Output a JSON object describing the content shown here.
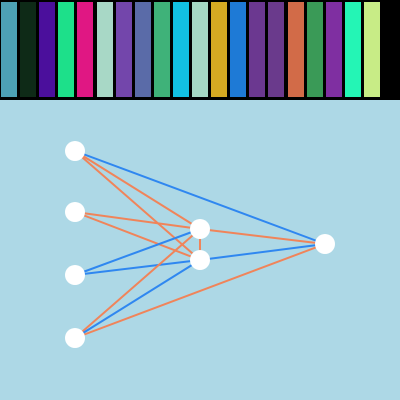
{
  "palette": {
    "swatches": [
      {
        "color": "#4da0b5"
      },
      {
        "color": "#0e2a17"
      },
      {
        "color": "#4b0f9c"
      },
      {
        "color": "#1de08a"
      },
      {
        "color": "#e01783"
      },
      {
        "color": "#a8d8c6"
      },
      {
        "color": "#7346ab"
      },
      {
        "color": "#5a6ba8"
      },
      {
        "color": "#3fb279"
      },
      {
        "color": "#12c0e3"
      },
      {
        "color": "#a5d8c4"
      },
      {
        "color": "#d6aa22"
      },
      {
        "color": "#1e7ad6"
      },
      {
        "color": "#6b3890"
      },
      {
        "color": "#6a3a8c"
      },
      {
        "color": "#d26b48"
      },
      {
        "color": "#3a9a57"
      },
      {
        "color": "#7f2fa1"
      },
      {
        "color": "#24f5b5"
      },
      {
        "color": "#c8ec86"
      }
    ]
  },
  "diagram": {
    "background": "#add8e6",
    "node_color": "#ffffff",
    "positive_color": "#2f87f0",
    "negative_color": "#f0845a",
    "layers": [
      {
        "nodes": [
          "i1",
          "i2",
          "i3",
          "i4"
        ]
      },
      {
        "nodes": [
          "h1",
          "h2"
        ]
      },
      {
        "nodes": [
          "o1"
        ]
      }
    ],
    "edges": [
      {
        "from": "i1",
        "to": "o1",
        "sign": "positive"
      },
      {
        "from": "i1",
        "to": "h1",
        "sign": "negative"
      },
      {
        "from": "i1",
        "to": "h2",
        "sign": "negative"
      },
      {
        "from": "i2",
        "to": "h1",
        "sign": "negative"
      },
      {
        "from": "i2",
        "to": "h2",
        "sign": "negative"
      },
      {
        "from": "i3",
        "to": "h1",
        "sign": "positive"
      },
      {
        "from": "i3",
        "to": "h2",
        "sign": "positive"
      },
      {
        "from": "i4",
        "to": "h1",
        "sign": "negative"
      },
      {
        "from": "i4",
        "to": "h2",
        "sign": "positive"
      },
      {
        "from": "i4",
        "to": "o1",
        "sign": "negative"
      },
      {
        "from": "h1",
        "to": "o1",
        "sign": "negative"
      },
      {
        "from": "h2",
        "to": "o1",
        "sign": "positive"
      },
      {
        "from": "h1",
        "to": "h2",
        "sign": "negative"
      }
    ]
  }
}
